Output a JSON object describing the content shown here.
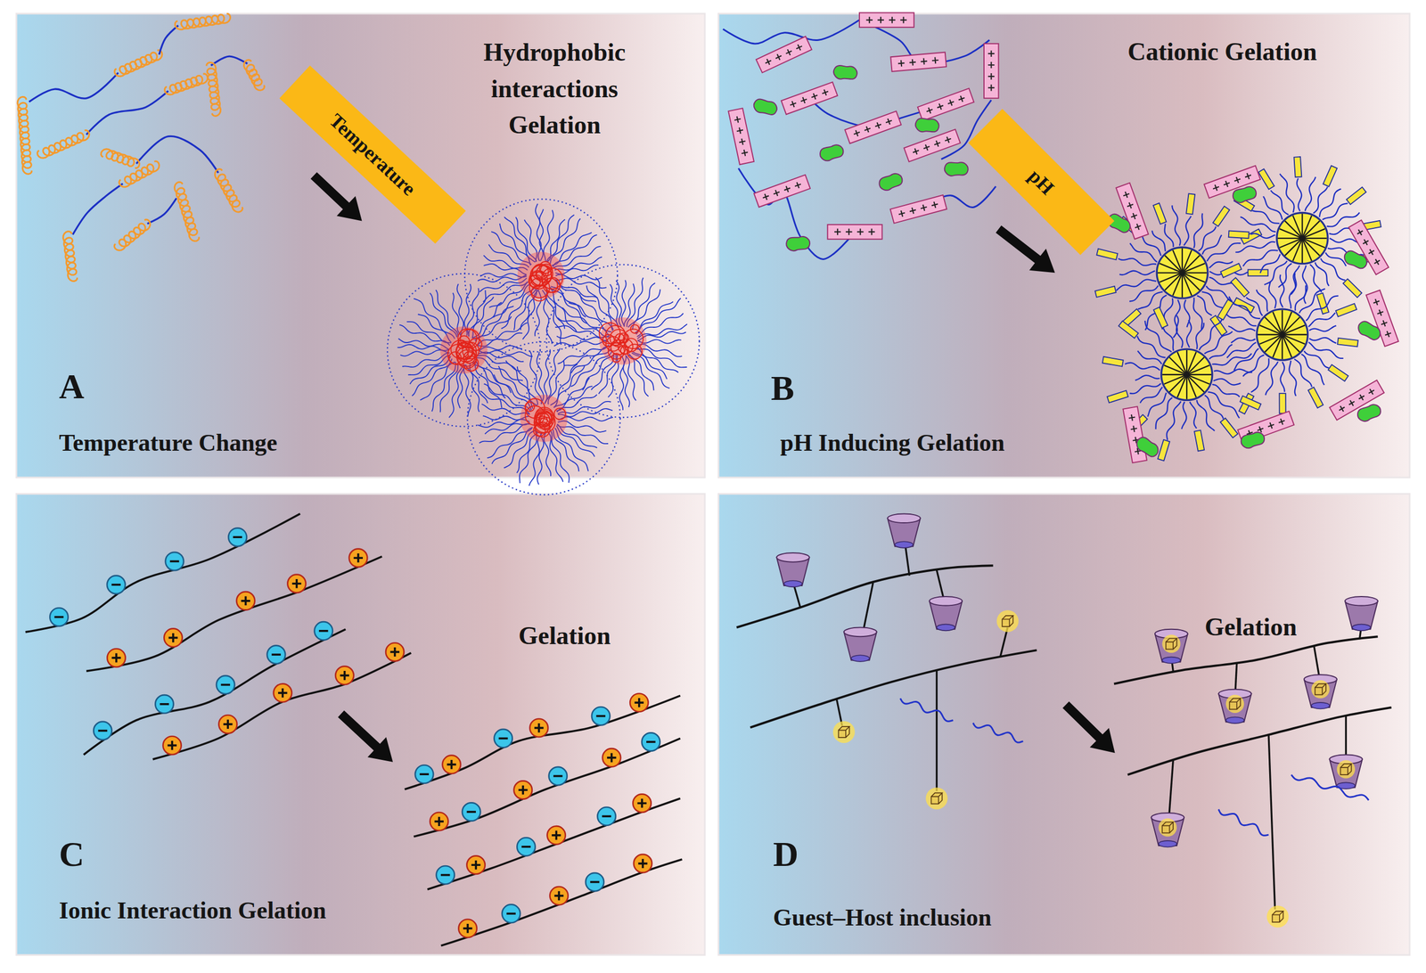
{
  "diagram": {
    "nodes": [
      {
        "text": [
          "Hydrophobic interactions Gelation",
          "A",
          "Temperature Change"
        ]
      },
      {
        "text": [
          "Temperature"
        ],
        "in": 0
      },
      {
        "text": [
          "Cationic Gelation",
          "B",
          "pH Inducing Gelation"
        ]
      },
      {
        "text": [
          "pH"
        ],
        "in": 2
      },
      {
        "text": [
          "Gelation",
          "C",
          "Ionic Interaction Gelation"
        ]
      },
      {
        "text": [
          "Gelation",
          "D",
          "Guest–Host inclusion"
        ]
      }
    ]
  }
}
